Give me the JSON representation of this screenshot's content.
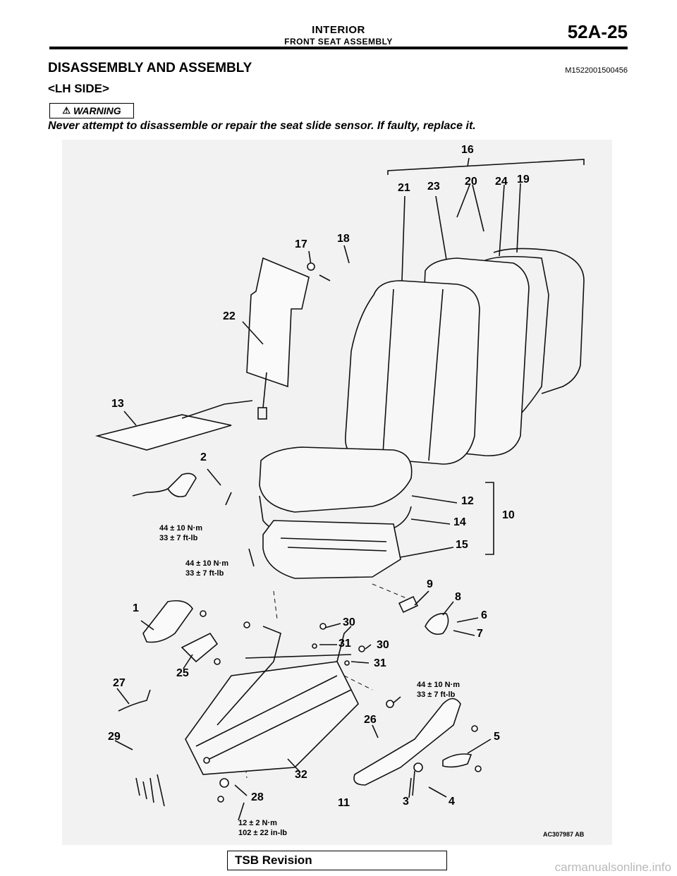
{
  "header": {
    "title": "INTERIOR",
    "subtitle": "FRONT SEAT ASSEMBLY",
    "page": "52A-25"
  },
  "section": {
    "title": "DISASSEMBLY AND ASSEMBLY",
    "code": "M1522001500456",
    "side": "<LH SIDE>"
  },
  "warning": {
    "label": "WARNING",
    "text": "Never attempt to disassemble or repair the seat slide sensor. If faulty, replace it."
  },
  "figure": {
    "code": "AC307987 AB",
    "callouts": [
      "16",
      "21",
      "23",
      "20",
      "24",
      "19",
      "17",
      "18",
      "22",
      "13",
      "2",
      "12",
      "10",
      "14",
      "15",
      "9",
      "8",
      "6",
      "7",
      "1",
      "30",
      "31",
      "30",
      "31",
      "27",
      "25",
      "26",
      "5",
      "29",
      "32",
      "28",
      "11",
      "3",
      "4"
    ],
    "torques": [
      {
        "nm": "44 ± 10 N·m",
        "imperial": "33 ± 7 ft-lb"
      },
      {
        "nm": "44 ± 10 N·m",
        "imperial": "33 ± 7 ft-lb"
      },
      {
        "nm": "44 ± 10 N·m",
        "imperial": "33 ± 7 ft-lb"
      },
      {
        "nm": "12 ± 2 N·m",
        "imperial": "102 ± 22 in-lb"
      }
    ]
  },
  "footer": {
    "revision": "TSB Revision",
    "watermark": "carmanualsonline.info"
  }
}
